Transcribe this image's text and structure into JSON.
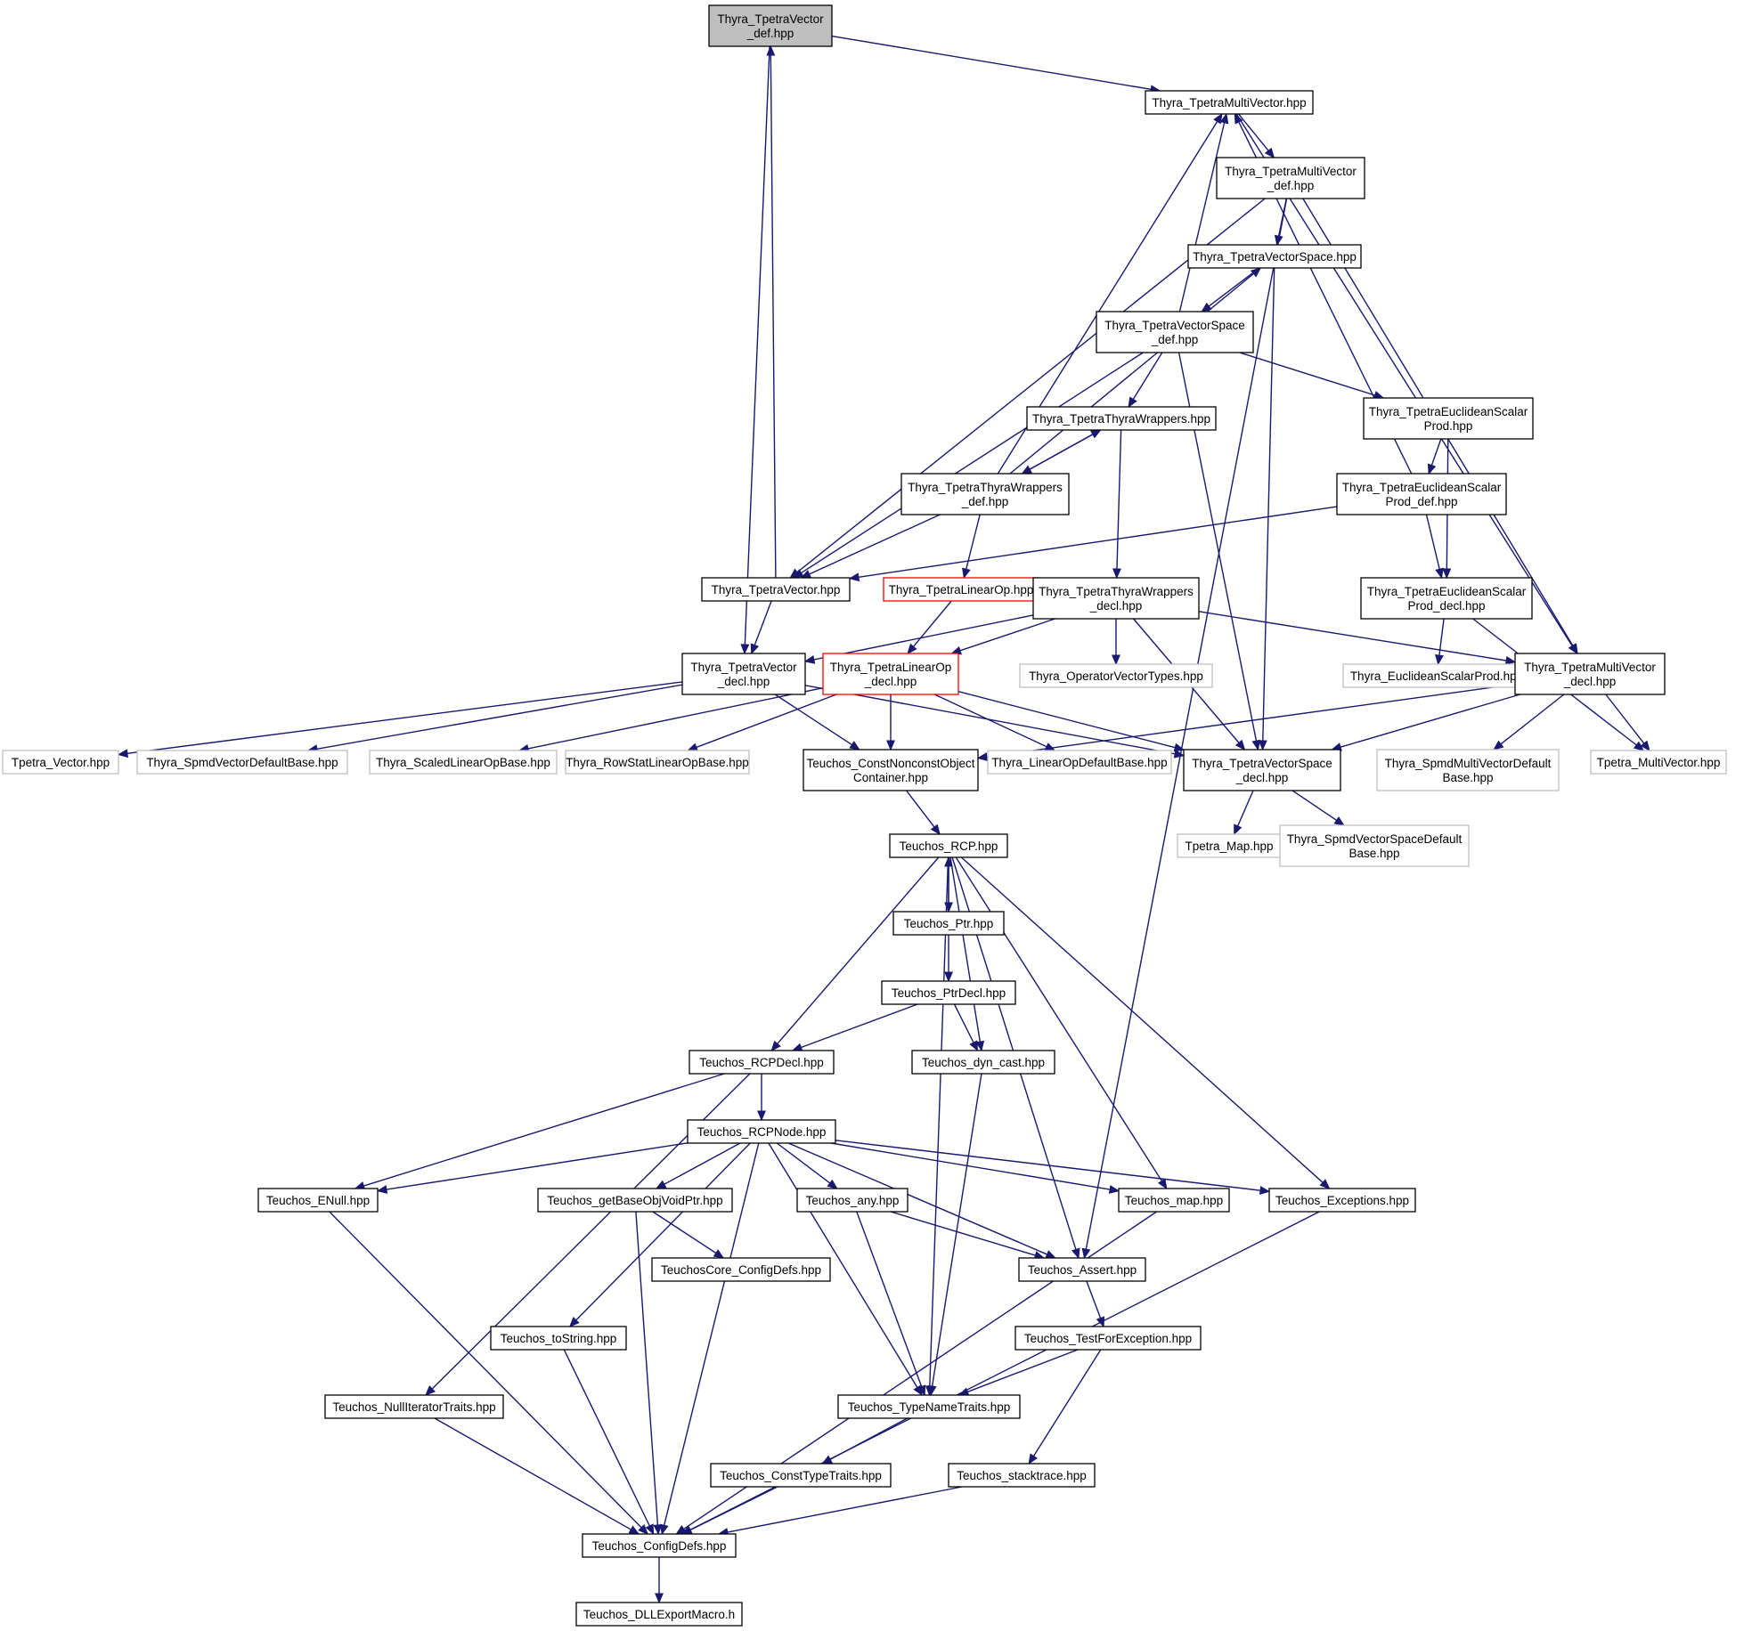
{
  "colors": {
    "edge": "#191970",
    "normal_border": "#000000",
    "external_border": "#bfbfbf",
    "truncated_border": "#ff0000",
    "root_fill": "#bfbfbf",
    "fill": "#ffffff"
  },
  "nodes": [
    {
      "id": "tvdef",
      "lines": [
        "Thyra_TpetraVector",
        "_def.hpp"
      ],
      "kind": "root"
    },
    {
      "id": "tmv",
      "lines": [
        "Thyra_TpetraMultiVector.hpp"
      ],
      "kind": "normal"
    },
    {
      "id": "tmvdef",
      "lines": [
        "Thyra_TpetraMultiVector",
        "_def.hpp"
      ],
      "kind": "normal"
    },
    {
      "id": "tvs",
      "lines": [
        "Thyra_TpetraVectorSpace.hpp"
      ],
      "kind": "normal"
    },
    {
      "id": "tvsdef",
      "lines": [
        "Thyra_TpetraVectorSpace",
        "_def.hpp"
      ],
      "kind": "normal"
    },
    {
      "id": "ttw",
      "lines": [
        "Thyra_TpetraThyraWrappers.hpp"
      ],
      "kind": "normal"
    },
    {
      "id": "tesp",
      "lines": [
        "Thyra_TpetraEuclideanScalar",
        "Prod.hpp"
      ],
      "kind": "normal"
    },
    {
      "id": "ttwdef",
      "lines": [
        "Thyra_TpetraThyraWrappers",
        "_def.hpp"
      ],
      "kind": "normal"
    },
    {
      "id": "tespdef",
      "lines": [
        "Thyra_TpetraEuclideanScalar",
        "Prod_def.hpp"
      ],
      "kind": "normal"
    },
    {
      "id": "tv",
      "lines": [
        "Thyra_TpetraVector.hpp"
      ],
      "kind": "normal"
    },
    {
      "id": "tlo",
      "lines": [
        "Thyra_TpetraLinearOp.hpp"
      ],
      "kind": "truncated"
    },
    {
      "id": "ttwdecl",
      "lines": [
        "Thyra_TpetraThyraWrappers",
        "_decl.hpp"
      ],
      "kind": "normal"
    },
    {
      "id": "tespdecl",
      "lines": [
        "Thyra_TpetraEuclideanScalar",
        "Prod_decl.hpp"
      ],
      "kind": "normal"
    },
    {
      "id": "tvdecl",
      "lines": [
        "Thyra_TpetraVector",
        "_decl.hpp"
      ],
      "kind": "normal"
    },
    {
      "id": "tlodecl",
      "lines": [
        "Thyra_TpetraLinearOp",
        "_decl.hpp"
      ],
      "kind": "truncated"
    },
    {
      "id": "ovt",
      "lines": [
        "Thyra_OperatorVectorTypes.hpp"
      ],
      "kind": "external"
    },
    {
      "id": "esp",
      "lines": [
        "Thyra_EuclideanScalarProd.hpp"
      ],
      "kind": "external"
    },
    {
      "id": "tmvdecl",
      "lines": [
        "Thyra_TpetraMultiVector",
        "_decl.hpp"
      ],
      "kind": "normal"
    },
    {
      "id": "tpv",
      "lines": [
        "Tpetra_Vector.hpp"
      ],
      "kind": "external"
    },
    {
      "id": "svdb",
      "lines": [
        "Thyra_SpmdVectorDefaultBase.hpp"
      ],
      "kind": "external"
    },
    {
      "id": "slob",
      "lines": [
        "Thyra_ScaledLinearOpBase.hpp"
      ],
      "kind": "external"
    },
    {
      "id": "rslob",
      "lines": [
        "Thyra_RowStatLinearOpBase.hpp"
      ],
      "kind": "external"
    },
    {
      "id": "cnoc",
      "lines": [
        "Teuchos_ConstNonconstObject",
        "Container.hpp"
      ],
      "kind": "normal"
    },
    {
      "id": "lodb",
      "lines": [
        "Thyra_LinearOpDefaultBase.hpp"
      ],
      "kind": "external"
    },
    {
      "id": "tvsdecl",
      "lines": [
        "Thyra_TpetraVectorSpace",
        "_decl.hpp"
      ],
      "kind": "normal"
    },
    {
      "id": "smvdb",
      "lines": [
        "Thyra_SpmdMultiVectorDefault",
        "Base.hpp"
      ],
      "kind": "external"
    },
    {
      "id": "tpmv",
      "lines": [
        "Tpetra_MultiVector.hpp"
      ],
      "kind": "external"
    },
    {
      "id": "rcp",
      "lines": [
        "Teuchos_RCP.hpp"
      ],
      "kind": "normal"
    },
    {
      "id": "tmap",
      "lines": [
        "Tpetra_Map.hpp"
      ],
      "kind": "external"
    },
    {
      "id": "svsdb",
      "lines": [
        "Thyra_SpmdVectorSpaceDefault",
        "Base.hpp"
      ],
      "kind": "external"
    },
    {
      "id": "ptr",
      "lines": [
        "Teuchos_Ptr.hpp"
      ],
      "kind": "normal"
    },
    {
      "id": "ptrdecl",
      "lines": [
        "Teuchos_PtrDecl.hpp"
      ],
      "kind": "normal"
    },
    {
      "id": "rcpdecl",
      "lines": [
        "Teuchos_RCPDecl.hpp"
      ],
      "kind": "normal"
    },
    {
      "id": "dyncast",
      "lines": [
        "Teuchos_dyn_cast.hpp"
      ],
      "kind": "normal"
    },
    {
      "id": "rcpnode",
      "lines": [
        "Teuchos_RCPNode.hpp"
      ],
      "kind": "normal"
    },
    {
      "id": "enull",
      "lines": [
        "Teuchos_ENull.hpp"
      ],
      "kind": "normal"
    },
    {
      "id": "gbovp",
      "lines": [
        "Teuchos_getBaseObjVoidPtr.hpp"
      ],
      "kind": "normal"
    },
    {
      "id": "any",
      "lines": [
        "Teuchos_any.hpp"
      ],
      "kind": "normal"
    },
    {
      "id": "map",
      "lines": [
        "Teuchos_map.hpp"
      ],
      "kind": "normal"
    },
    {
      "id": "exc",
      "lines": [
        "Teuchos_Exceptions.hpp"
      ],
      "kind": "normal"
    },
    {
      "id": "corecfg",
      "lines": [
        "TeuchosCore_ConfigDefs.hpp"
      ],
      "kind": "normal"
    },
    {
      "id": "assert",
      "lines": [
        "Teuchos_Assert.hpp"
      ],
      "kind": "normal"
    },
    {
      "id": "tostr",
      "lines": [
        "Teuchos_toString.hpp"
      ],
      "kind": "normal"
    },
    {
      "id": "tfe",
      "lines": [
        "Teuchos_TestForException.hpp"
      ],
      "kind": "normal"
    },
    {
      "id": "nit",
      "lines": [
        "Teuchos_NullIteratorTraits.hpp"
      ],
      "kind": "normal"
    },
    {
      "id": "tnt",
      "lines": [
        "Teuchos_TypeNameTraits.hpp"
      ],
      "kind": "normal"
    },
    {
      "id": "ctt",
      "lines": [
        "Teuchos_ConstTypeTraits.hpp"
      ],
      "kind": "normal"
    },
    {
      "id": "st",
      "lines": [
        "Teuchos_stacktrace.hpp"
      ],
      "kind": "normal"
    },
    {
      "id": "cfg",
      "lines": [
        "Teuchos_ConfigDefs.hpp"
      ],
      "kind": "normal"
    },
    {
      "id": "dll",
      "lines": [
        "Teuchos_DLLExportMacro.h"
      ],
      "kind": "normal"
    }
  ],
  "edges": [
    [
      "tvdef",
      "tmv"
    ],
    [
      "tvdef",
      "tvdecl"
    ],
    [
      "tmv",
      "tmvdef"
    ],
    [
      "tmv",
      "tmvdecl"
    ],
    [
      "tmvdef",
      "tvs"
    ],
    [
      "tmvdef",
      "tv"
    ],
    [
      "tmvdef",
      "tmvdecl"
    ],
    [
      "tmvdef",
      "assert"
    ],
    [
      "tvs",
      "tvsdef"
    ],
    [
      "tvs",
      "tvsdecl"
    ],
    [
      "tvsdef",
      "tmv"
    ],
    [
      "tvsdef",
      "ttw"
    ],
    [
      "tvsdef",
      "tesp"
    ],
    [
      "tvsdef",
      "tv"
    ],
    [
      "tvsdef",
      "tvsdecl"
    ],
    [
      "ttw",
      "ttwdef"
    ],
    [
      "ttw",
      "ttwdecl"
    ],
    [
      "ttwdef",
      "tmv"
    ],
    [
      "ttwdef",
      "tvs"
    ],
    [
      "ttwdef",
      "ttw"
    ],
    [
      "ttwdef",
      "tv"
    ],
    [
      "ttwdef",
      "tlo"
    ],
    [
      "tesp",
      "tespdef"
    ],
    [
      "tesp",
      "tespdecl"
    ],
    [
      "tespdef",
      "tmv"
    ],
    [
      "tespdef",
      "tv"
    ],
    [
      "tespdef",
      "tespdecl"
    ],
    [
      "tv",
      "tvdef"
    ],
    [
      "tv",
      "tvdecl"
    ],
    [
      "tlo",
      "tlodecl"
    ],
    [
      "ttwdecl",
      "tvdecl"
    ],
    [
      "ttwdecl",
      "tlodecl"
    ],
    [
      "ttwdecl",
      "ovt"
    ],
    [
      "ttwdecl",
      "tmvdecl"
    ],
    [
      "ttwdecl",
      "tvsdecl"
    ],
    [
      "tespdecl",
      "esp"
    ],
    [
      "tespdecl",
      "tpmv"
    ],
    [
      "tvdecl",
      "tpv"
    ],
    [
      "tvdecl",
      "svdb"
    ],
    [
      "tvdecl",
      "cnoc"
    ],
    [
      "tvdecl",
      "tvsdecl"
    ],
    [
      "tlodecl",
      "slob"
    ],
    [
      "tlodecl",
      "rslob"
    ],
    [
      "tlodecl",
      "cnoc"
    ],
    [
      "tlodecl",
      "lodb"
    ],
    [
      "tlodecl",
      "tvsdecl"
    ],
    [
      "tmvdecl",
      "cnoc"
    ],
    [
      "tmvdecl",
      "tvsdecl"
    ],
    [
      "tmvdecl",
      "smvdb"
    ],
    [
      "tmvdecl",
      "tpmv"
    ],
    [
      "cnoc",
      "rcp"
    ],
    [
      "tvsdecl",
      "tmap"
    ],
    [
      "tvsdecl",
      "svsdb"
    ],
    [
      "rcp",
      "ptr"
    ],
    [
      "rcp",
      "rcpdecl"
    ],
    [
      "rcp",
      "dyncast"
    ],
    [
      "rcp",
      "tnt"
    ],
    [
      "rcp",
      "assert"
    ],
    [
      "rcp",
      "map"
    ],
    [
      "rcp",
      "exc"
    ],
    [
      "ptr",
      "rcp"
    ],
    [
      "ptr",
      "ptrdecl"
    ],
    [
      "ptrdecl",
      "rcpdecl"
    ],
    [
      "ptrdecl",
      "dyncast"
    ],
    [
      "rcpdecl",
      "rcpnode"
    ],
    [
      "rcpdecl",
      "enull"
    ],
    [
      "rcpdecl",
      "nit"
    ],
    [
      "dyncast",
      "tnt"
    ],
    [
      "rcpnode",
      "enull"
    ],
    [
      "rcpnode",
      "gbovp"
    ],
    [
      "rcpnode",
      "any"
    ],
    [
      "rcpnode",
      "map"
    ],
    [
      "rcpnode",
      "exc"
    ],
    [
      "rcpnode",
      "assert"
    ],
    [
      "rcpnode",
      "tostr"
    ],
    [
      "rcpnode",
      "tnt"
    ],
    [
      "rcpnode",
      "cfg"
    ],
    [
      "enull",
      "cfg"
    ],
    [
      "gbovp",
      "corecfg"
    ],
    [
      "gbovp",
      "cfg"
    ],
    [
      "any",
      "assert"
    ],
    [
      "any",
      "tnt"
    ],
    [
      "map",
      "cfg"
    ],
    [
      "exc",
      "cfg"
    ],
    [
      "assert",
      "tfe"
    ],
    [
      "tostr",
      "cfg"
    ],
    [
      "tfe",
      "tnt"
    ],
    [
      "tfe",
      "st"
    ],
    [
      "nit",
      "cfg"
    ],
    [
      "tnt",
      "ctt"
    ],
    [
      "ctt",
      "cfg"
    ],
    [
      "st",
      "cfg"
    ],
    [
      "cfg",
      "dll"
    ]
  ]
}
